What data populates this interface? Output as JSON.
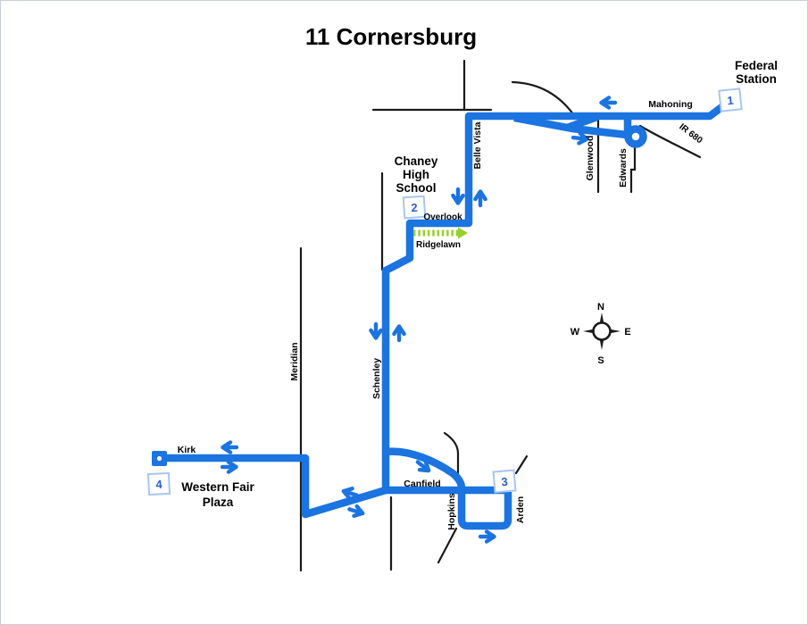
{
  "title": "11 Cornersburg",
  "colors": {
    "route_blue": "#1b74e0",
    "school_trip_green": "#97d02f",
    "road_black": "#1a1a1a",
    "stop_box_border": "#a9c6ef",
    "stop_number_blue": "#2a5cd7",
    "background": "#ffffff"
  },
  "landmarks": {
    "federal_station": [
      "Federal",
      "Station"
    ],
    "chaney_high_school": [
      "Chaney",
      "High",
      "School"
    ],
    "western_fair_plaza": [
      "Western Fair",
      "Plaza"
    ]
  },
  "stops": [
    {
      "number": "1"
    },
    {
      "number": "2"
    },
    {
      "number": "3"
    },
    {
      "number": "4"
    }
  ],
  "streets": {
    "mahoning": "Mahoning",
    "glenwood": "Glenwood",
    "edwards": "Edwards",
    "belle_vista": "Belle Vista",
    "overlook": "Overlook",
    "ridgelawn": "Ridgelawn",
    "schenley": "Schenley",
    "meridian": "Meridian",
    "kirk": "Kirk",
    "canfield": "Canfield",
    "hopkins": "Hopkins",
    "arden": "Arden"
  },
  "highway": {
    "ir_680": "IR 680"
  },
  "compass": {
    "n": "N",
    "s": "S",
    "e": "E",
    "w": "W"
  }
}
